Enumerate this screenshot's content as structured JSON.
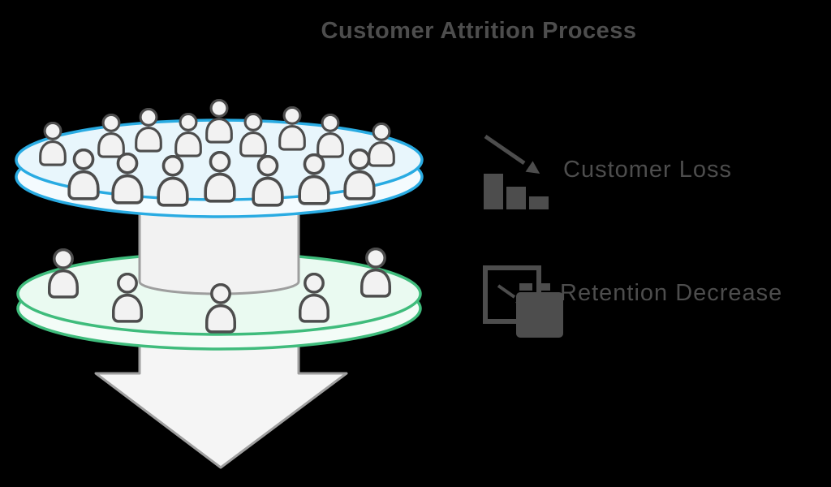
{
  "title": {
    "text": "Customer Attrition Process"
  },
  "legend": {
    "items": [
      {
        "id": "customer-loss",
        "icon": "declining-chart-icon",
        "label": "Customer Loss"
      },
      {
        "id": "retention-decrease",
        "icon": "churn-window-icon",
        "label": "Retention Decrease"
      }
    ]
  },
  "diagram": {
    "top_disc": {
      "name": "customer-base-before",
      "people_count": 16,
      "fill": "#e8f6fc",
      "rim_fill": "#f4fbfe",
      "stroke": "#29abe2"
    },
    "bottom_disc": {
      "name": "customer-base-after",
      "people_count": 5,
      "fill": "#eafaf1",
      "rim_fill": "#f3fcf7",
      "stroke": "#3fbc7c"
    },
    "down_arrow": {
      "fill": "#f5f5f5",
      "stroke": "#9e9e9e"
    },
    "person": {
      "fill": "#f2f2f2",
      "stroke": "#4d4d4d"
    }
  },
  "colors": {
    "background": "#000000",
    "text": "#4d4d4d",
    "icon": "#4d4d4d"
  }
}
